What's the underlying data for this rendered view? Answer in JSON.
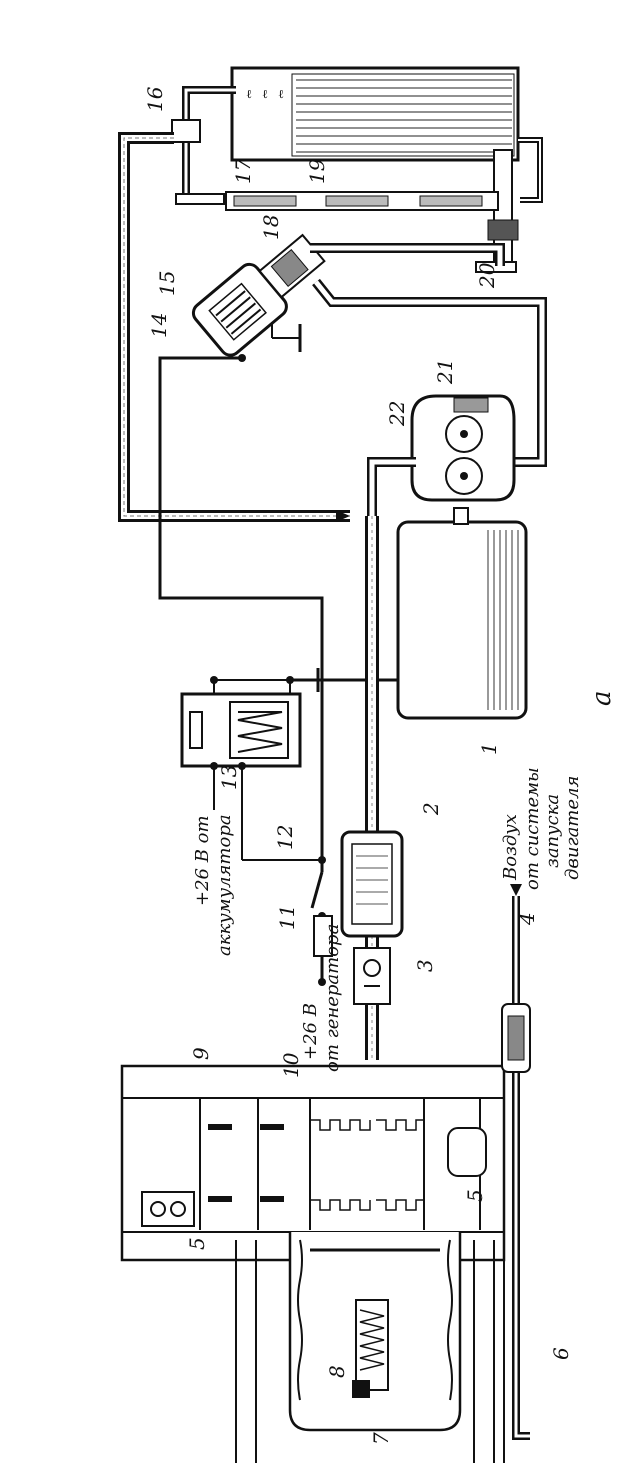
{
  "figure": {
    "letter": "a"
  },
  "labels": {
    "n1": "1",
    "n2": "2",
    "n3": "3",
    "n4": "4",
    "n5a": "5",
    "n5b": "5",
    "n6": "6",
    "n7": "7",
    "n8": "8",
    "n9": "9",
    "n10": "10",
    "n11": "11",
    "n12": "12",
    "n13": "13",
    "n14": "14",
    "n15": "15",
    "n16": "16",
    "n17": "17",
    "n18": "18",
    "n19": "19",
    "n20": "20",
    "n21": "21",
    "n22": "22"
  },
  "captions": {
    "battery_line1": "+26 В от",
    "battery_line2": "аккумулятора",
    "generator_line1": "+26 В",
    "generator_line2": "от генератора",
    "air_line1": "Воздух",
    "air_line2": "от системы",
    "air_line3": "запуска",
    "air_line4": "двигателя"
  }
}
